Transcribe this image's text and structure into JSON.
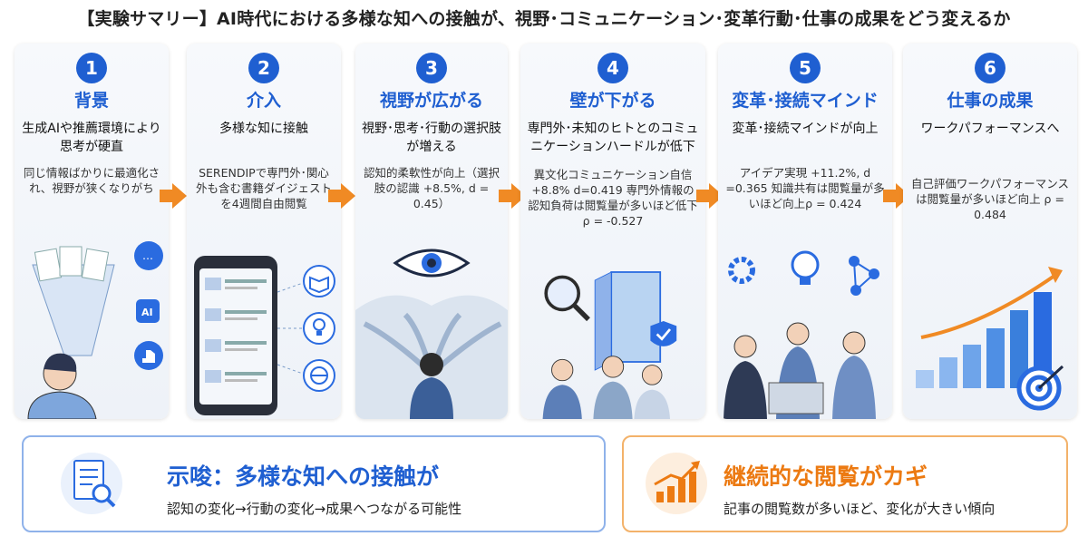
{
  "title": "【実験サマリー】AI時代における多様な知への接触が、視野･コミュニケーション･変革行動･仕事の成果をどう変えるか",
  "steps": [
    {
      "num": "1",
      "heading": "背景",
      "sub": "生成AIや推薦環境により思考が硬直",
      "desc": "同じ情報ばかりに最適化され、視野が狭くなりがち",
      "icon": "person-filter-bubble"
    },
    {
      "num": "2",
      "heading": "介入",
      "sub": "多様な知に接触",
      "desc": "SERENDIPで専門外･関心外も含む書籍ダイジェストを4週間自由閲覧",
      "icon": "smartphone-books"
    },
    {
      "num": "3",
      "heading": "視野が広がる",
      "sub": "視野･思考･行動の選択肢が増える",
      "desc": "認知的柔軟性が向上（選択肢の認識 +8.5%, d = 0.45）",
      "icon": "eye-paths"
    },
    {
      "num": "4",
      "heading": "壁が下がる",
      "sub": "専門外･未知のヒトとのコミュニケーションハードルが低下",
      "desc": "異文化コミュニケーション自信 +8.8% d=0.419 専門外情報の認知負荷は閲覧量が多いほど低下 ρ = -0.527",
      "icon": "open-door-people"
    },
    {
      "num": "5",
      "heading": "変革･接続マインド",
      "sub": "変革･接続マインドが向上",
      "desc": "アイデア実現 +11.2%, d =0.365 知識共有は閲覧量が多いほど向上ρ = 0.424",
      "icon": "team-ideas"
    },
    {
      "num": "6",
      "heading": "仕事の成果",
      "sub": "ワークパフォーマンスへ",
      "desc": "自己評価ワークパフォーマンスは閲覧量が多いほど向上 ρ = 0.484",
      "icon": "growth-chart-target"
    }
  ],
  "implication": {
    "main": "示唆：多様な知への接触が",
    "minor": "認知の変化→行動の変化→成果へつながる可能性",
    "icon": "document-magnifier-icon"
  },
  "key": {
    "main": "継続的な閲覧がカギ",
    "minor": "記事の閲覧数が多いほど、変化が大きい傾向",
    "icon": "rising-chart-icon"
  },
  "colors": {
    "blue": "#1f5fd1",
    "orange": "#f08a24"
  }
}
